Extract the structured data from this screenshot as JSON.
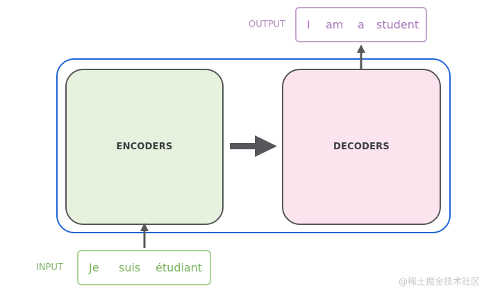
{
  "encoder": {
    "label": "ENCODERS"
  },
  "decoder": {
    "label": "DECODERS"
  },
  "input": {
    "label": "INPUT",
    "tokens": [
      "Je",
      "suis",
      "étudiant"
    ]
  },
  "output": {
    "label": "OUTPUT",
    "tokens": [
      "I",
      "am",
      "a",
      "student"
    ]
  },
  "watermark": "@稀土掘金技术社区",
  "colors": {
    "frame": "#1f64d6",
    "encoder_fill": "#e6f2dd",
    "decoder_fill": "#fbe4ee",
    "input_accent": "#a9d495",
    "output_accent": "#c7a2d0",
    "arrow": "#55575a"
  }
}
